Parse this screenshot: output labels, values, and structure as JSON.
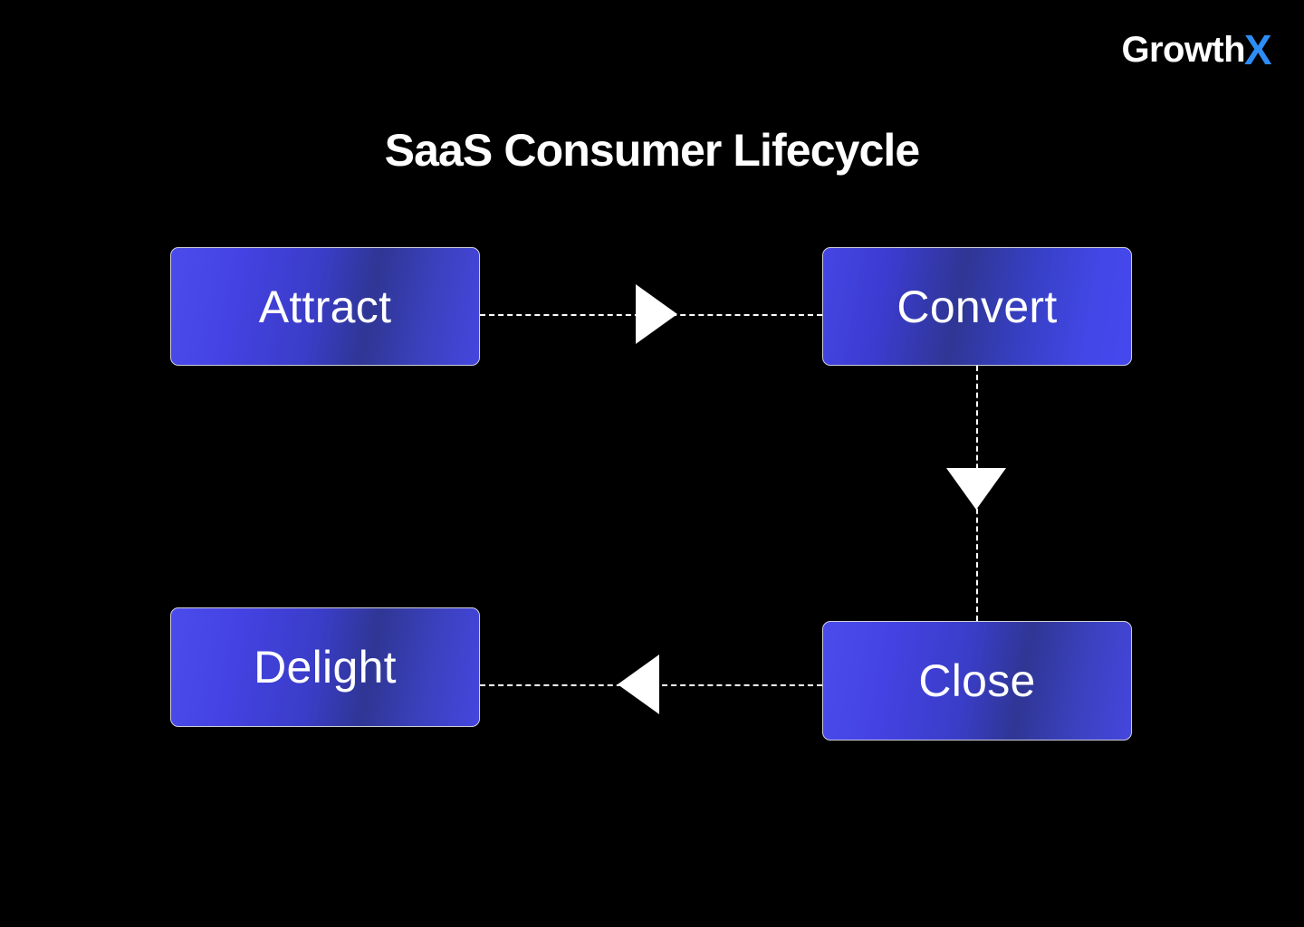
{
  "brand": {
    "name_part_1": "Growth",
    "name_part_2": "X",
    "accent_color": "#2E8DF5",
    "text_color": "#FFFFFF"
  },
  "title": "SaaS Consumer Lifecycle",
  "theme": {
    "background": "#000000",
    "box_border": "#CFCFDD",
    "box_gradient_bright": "#4B4BEC",
    "box_gradient_deep": "#2F3694",
    "connector_color": "#FFFFFF",
    "label_color": "#FFFFFF"
  },
  "diagram": {
    "type": "cycle-flowchart",
    "nodes": [
      {
        "id": "attract",
        "label": "Attract",
        "position": "top-left"
      },
      {
        "id": "convert",
        "label": "Convert",
        "position": "top-right"
      },
      {
        "id": "close",
        "label": "Close",
        "position": "bottom-right"
      },
      {
        "id": "delight",
        "label": "Delight",
        "position": "bottom-left"
      }
    ],
    "edges": [
      {
        "from": "attract",
        "to": "convert",
        "direction": "right",
        "style": "dashed"
      },
      {
        "from": "convert",
        "to": "close",
        "direction": "down",
        "style": "dashed"
      },
      {
        "from": "close",
        "to": "delight",
        "direction": "left",
        "style": "dashed"
      }
    ]
  }
}
